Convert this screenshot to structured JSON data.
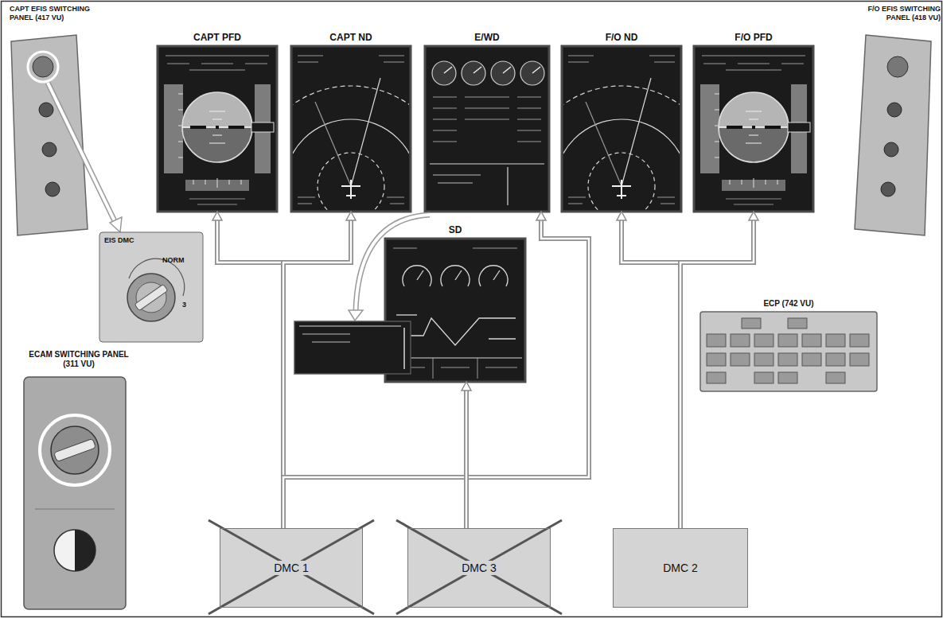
{
  "diagram": {
    "nodes": [
      {
        "text": [
          "CAPT EFIS SWITCHING PANEL (417 VU)"
        ]
      },
      {
        "text": [
          "CAPT PFD"
        ]
      },
      {
        "text": [
          "CAPT ND"
        ]
      },
      {
        "text": [
          "E/WD"
        ]
      },
      {
        "text": [
          "F/O ND"
        ]
      },
      {
        "text": [
          "F/O PFD"
        ]
      },
      {
        "text": [
          "F/O EFIS SWITCHING PANEL (418 VU)"
        ]
      },
      {
        "text": [
          "SD"
        ]
      },
      {
        "text": [
          "ECP (742 VU)"
        ]
      },
      {
        "text": [
          "ECAM SWITCHING PANEL (311 VU)"
        ]
      },
      {
        "text": [
          "DMC 1"
        ]
      },
      {
        "text": [
          "DMC 3"
        ]
      },
      {
        "text": [
          "DMC 2"
        ]
      }
    ],
    "edges": [
      {
        "from": 10,
        "to": 1,
        "arrow": "to"
      },
      {
        "from": 10,
        "to": 2,
        "arrow": "to"
      },
      {
        "from": 10,
        "to": 3,
        "arrow": "to"
      },
      {
        "from": 11,
        "to": 7,
        "arrow": "to"
      },
      {
        "from": 12,
        "to": 4,
        "arrow": "to"
      },
      {
        "from": 12,
        "to": 5,
        "arrow": "to"
      }
    ],
    "labels": [
      "EIS DMC",
      "NORM",
      "3"
    ]
  }
}
